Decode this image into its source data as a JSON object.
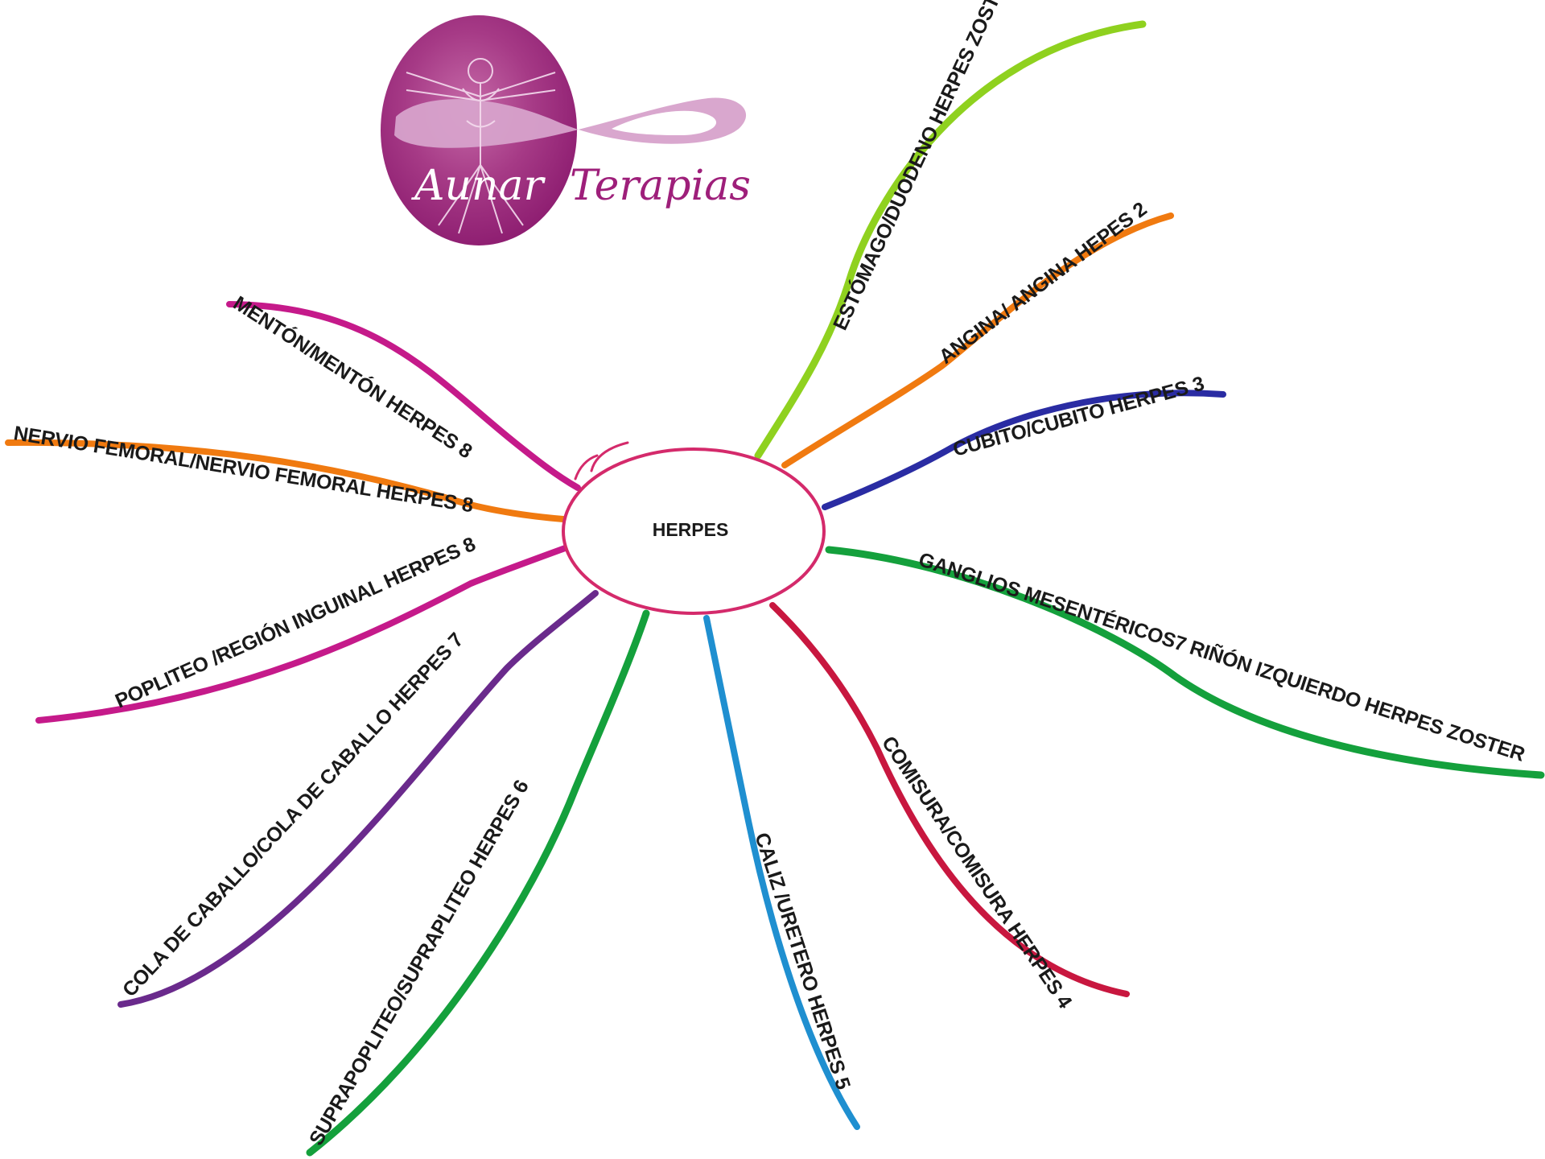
{
  "logo": {
    "word1": "Aunar",
    "word2": "Terapias",
    "color": "#9e1f7a",
    "light_color": "#d7a2cb"
  },
  "central_topic": {
    "label": "HERPES",
    "outline_color": "#d42a6b"
  },
  "branches": [
    {
      "id": "estomago",
      "label": "ESTÓMAGO/DUODENO HERPES ZOSTER",
      "color": "#8fd11f"
    },
    {
      "id": "angina",
      "label": "ANGINA/ ANGINA HEPES 2",
      "color": "#f07a10"
    },
    {
      "id": "cubito",
      "label": "CUBITO/CUBITO HERPES 3",
      "color": "#2a2ca3"
    },
    {
      "id": "ganglios",
      "label": "GANGLIOS MESENTÉRICOS7 RIÑÓN IZQUIERDO HERPES ZOSTER",
      "color": "#14a03c"
    },
    {
      "id": "comisura",
      "label": "COMISURA/COMISURA HERPES 4",
      "color": "#c8173f"
    },
    {
      "id": "caliz",
      "label": "CALIZ /URETERO HERPES 5",
      "color": "#1f8fd0"
    },
    {
      "id": "suprapopliteo",
      "label": "SUPRAPOPLITEO/SUPRAPLITEO HERPES 6",
      "color": "#14a03c"
    },
    {
      "id": "cola",
      "label": "COLA DE CABALLO/COLA DE CABALLO HERPES 7",
      "color": "#6a2a8c"
    },
    {
      "id": "popliteo",
      "label": "POPLITEO /REGIÓN INGUINAL HERPES 8",
      "color": "#c51a8a"
    },
    {
      "id": "nervio",
      "label": "NERVIO FEMORAL/NERVIO FEMORAL HERPES 8",
      "color": "#f07a10"
    },
    {
      "id": "menton",
      "label": "MENTÓN/MENTÓN HERPES 8",
      "color": "#c51a8a"
    }
  ]
}
